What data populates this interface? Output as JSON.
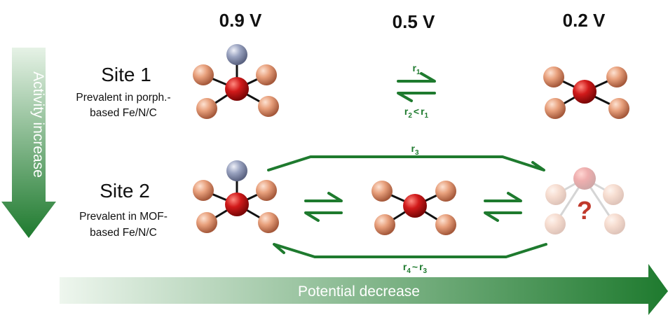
{
  "potentials": {
    "p1": "0.9 V",
    "p2": "0.5 V",
    "p3": "0.2 V"
  },
  "sites": {
    "site1": {
      "title": "Site 1",
      "line1": "Prevalent in porph.-",
      "line2": "based Fe/N/C"
    },
    "site2": {
      "title": "Site 2",
      "line1": "Prevalent in MOF-",
      "line2": "based Fe/N/C"
    }
  },
  "rates": {
    "r1": {
      "main": "r",
      "sub": "1"
    },
    "r2_lt_r1": {
      "a": "r",
      "a_sub": "2",
      "op": "<",
      "b": "r",
      "b_sub": "1"
    },
    "r3": {
      "main": "r",
      "sub": "3"
    },
    "r4_sim_r3": {
      "a": "r",
      "a_sub": "4",
      "op": "~",
      "b": "r",
      "b_sub": "3"
    }
  },
  "arrows": {
    "vertical_label": "Activity increase",
    "horizontal_label": "Potential decrease"
  },
  "unknown_symbol": "?",
  "colors": {
    "green_dark": "#1e7a2e",
    "green_light": "#e6f2e6",
    "iron_red": "#d11a1a",
    "nitrogen_peach": "#e8a07c",
    "oxygen_grey": "#9aa3c0",
    "question_red": "#c0392b"
  }
}
